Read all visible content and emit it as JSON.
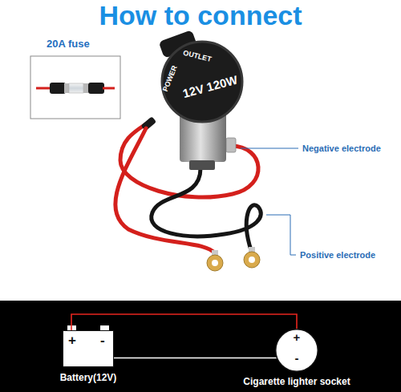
{
  "diagram": {
    "title": "How to connect",
    "nodes": [
      {
        "text": [
          "+",
          "-",
          "Battery(12V)"
        ]
      },
      {
        "text": [
          "+",
          "-",
          "Cigarette lighter socket"
        ]
      }
    ],
    "edges": [
      {
        "from": 0,
        "to": 1,
        "arrow": "none"
      },
      {
        "from": 0,
        "to": 1,
        "arrow": "none"
      }
    ],
    "labels": [
      "20A fuse",
      "POWER",
      "OUTLET",
      "12V 120W",
      "Negative electrode",
      "Positive electrode"
    ]
  }
}
